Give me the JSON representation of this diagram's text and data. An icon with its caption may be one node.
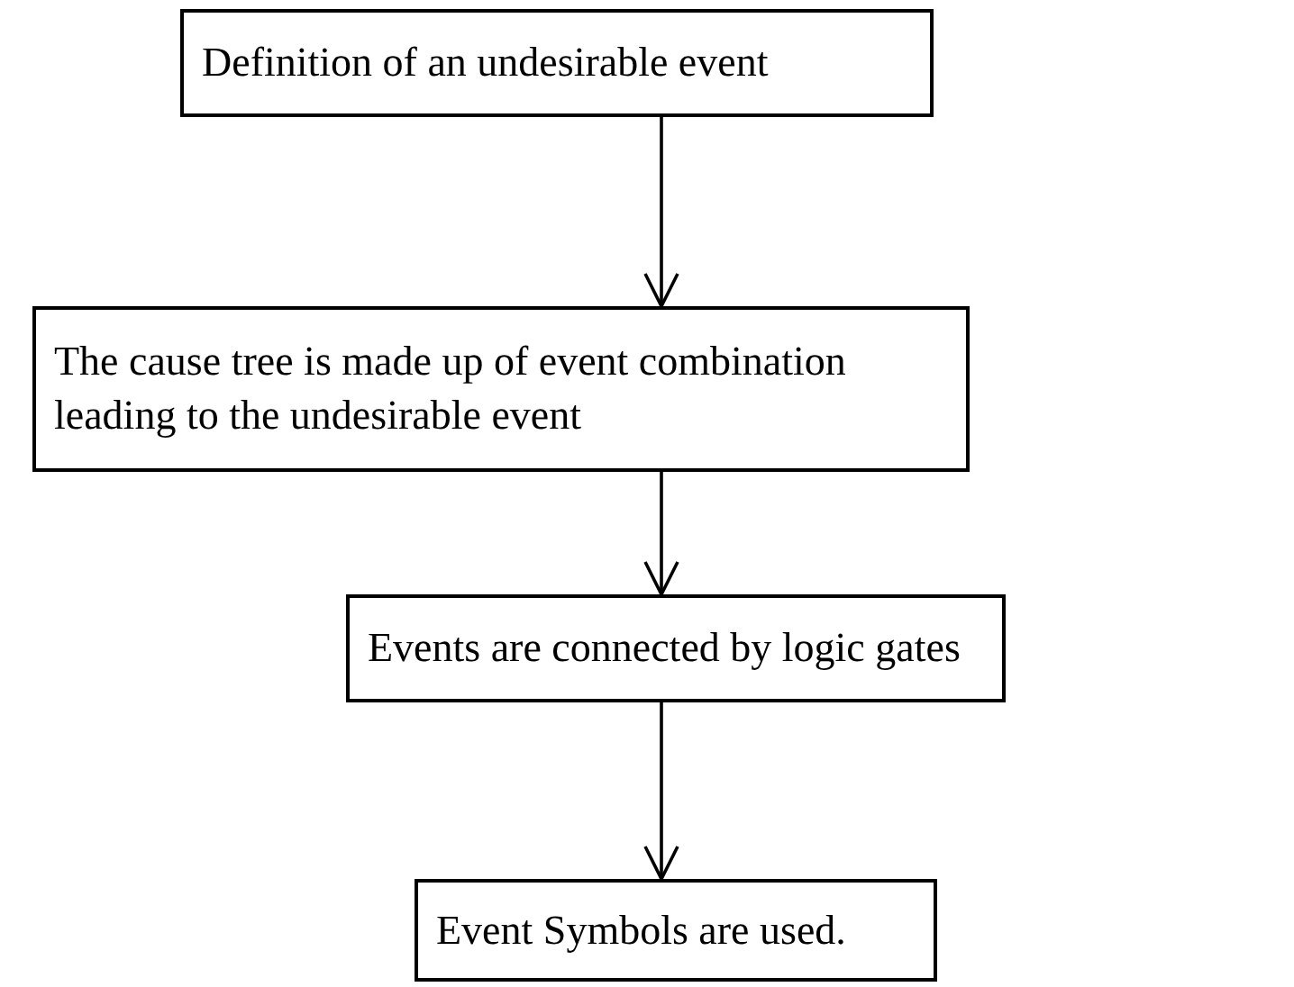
{
  "diagram": {
    "nodes": [
      {
        "text": [
          "Definition of an undesirable event"
        ]
      },
      {
        "text": [
          "The cause tree is made up of event combination leading to the undesirable event"
        ]
      },
      {
        "text": [
          "Events are connected by logic gates"
        ]
      },
      {
        "text": [
          "Event Symbols are used."
        ]
      }
    ],
    "edges": [
      {
        "from": 0,
        "to": 1,
        "arrow": "to"
      },
      {
        "from": 1,
        "to": 2,
        "arrow": "to"
      },
      {
        "from": 2,
        "to": 3,
        "arrow": "to"
      }
    ]
  }
}
